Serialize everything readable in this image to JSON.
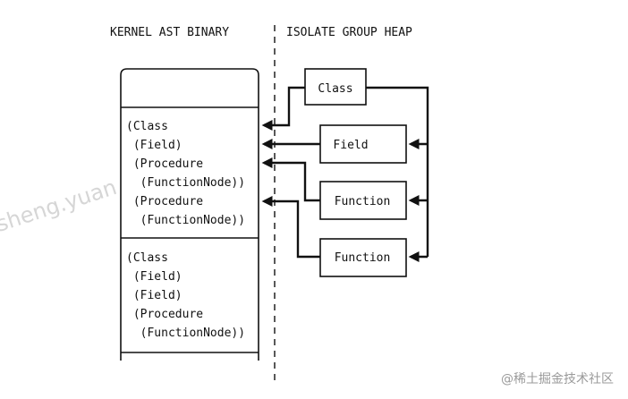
{
  "headers": {
    "left": "KERNEL AST BINARY",
    "right": "ISOLATE GROUP HEAP"
  },
  "binary_block_1": {
    "lines": [
      "(Class",
      " (Field)",
      " (Procedure",
      "  (FunctionNode))",
      " (Procedure",
      "  (FunctionNode))"
    ]
  },
  "binary_block_2": {
    "lines": [
      "(Class",
      " (Field)",
      " (Field)",
      " (Procedure",
      "  (FunctionNode))"
    ]
  },
  "heap": {
    "class_label": "Class",
    "field_label": "Field",
    "function_1_label": "Function",
    "function_2_label": "Function"
  },
  "watermarks": {
    "left": "sheng.yuan",
    "bottom_right": "@稀土掘金技术社区"
  },
  "colors": {
    "stroke": "#111111",
    "watermark": "#c9c9c9",
    "watermark_text": "#9a9a9a"
  }
}
